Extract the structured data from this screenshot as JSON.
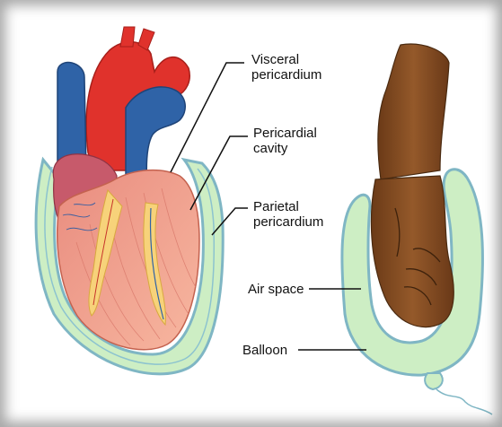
{
  "labels": {
    "visceral": {
      "line1": "Visceral",
      "line2": "pericardium"
    },
    "cavity": {
      "line1": "Pericardial",
      "line2": "cavity"
    },
    "parietal": {
      "line1": "Parietal",
      "line2": "pericardium"
    },
    "air_space": "Air space",
    "balloon": "Balloon"
  },
  "colors": {
    "sac_fill": "#cdeec4",
    "sac_outline": "#7fb6c4",
    "aorta": "#e0322c",
    "vena_cava": "#2f63a7",
    "myocardium": "#f3a28f",
    "atrium": "#c75a6b",
    "coronary_fat": "#f7d27a",
    "skin": "#8a5226",
    "skin_dark": "#5e3314"
  }
}
